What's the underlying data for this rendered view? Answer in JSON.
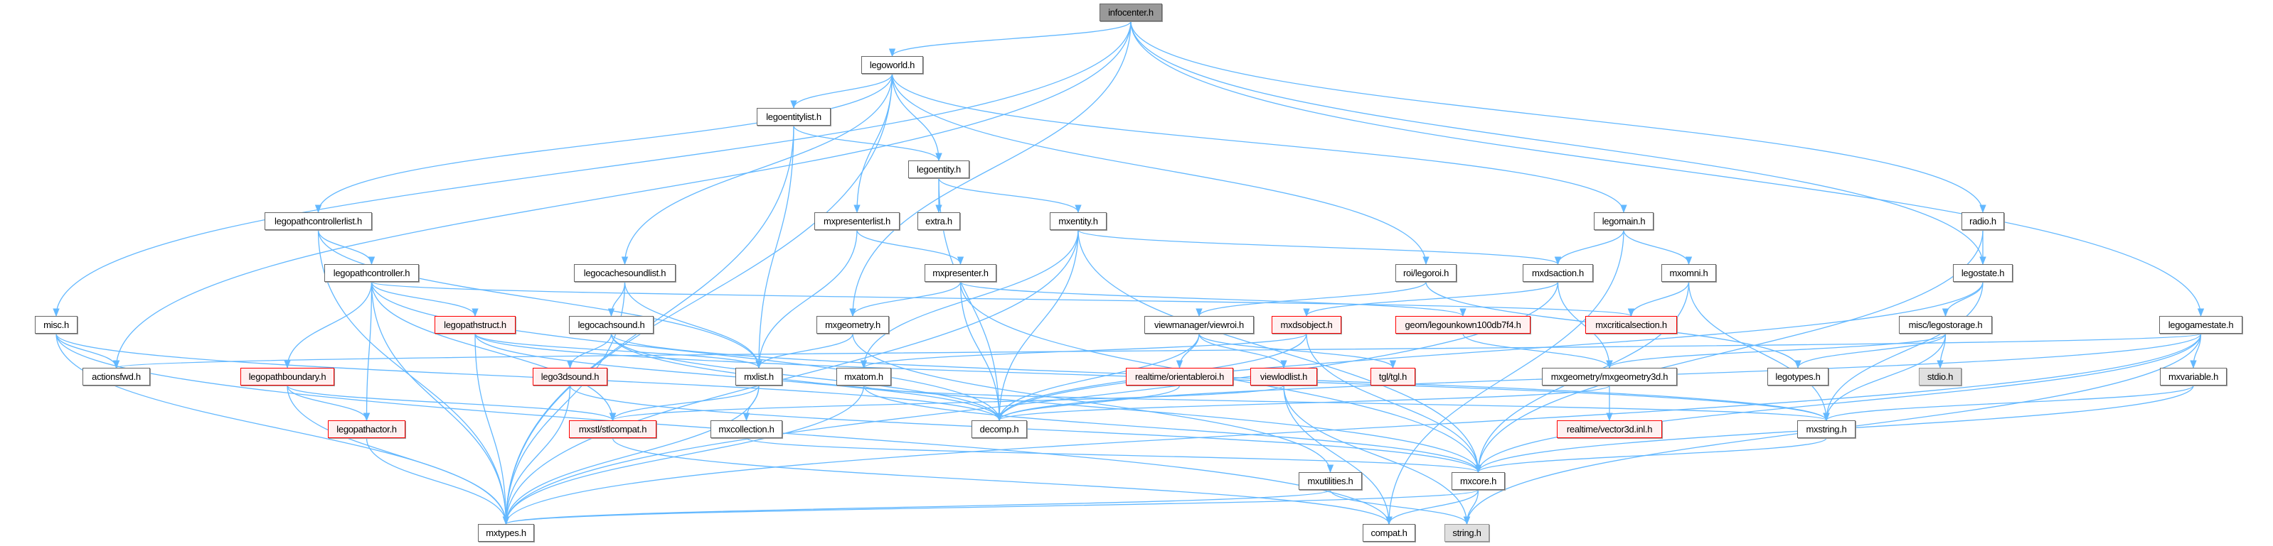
{
  "graph": {
    "edge_color": "#63b8ff",
    "nodes": {
      "infocenter": "infocenter.h",
      "legoworld": "legoworld.h",
      "legoentitylist": "legoentitylist.h",
      "legopathcontrollerlist": "legopathcontrollerlist.h",
      "legoentity": "legoentity.h",
      "mxpresenterlist": "mxpresenterlist.h",
      "extra": "extra.h",
      "mxentity": "mxentity.h",
      "legomain": "legomain.h",
      "radio": "radio.h",
      "legopathcontroller": "legopathcontroller.h",
      "legocachesoundlist": "legocachesoundlist.h",
      "mxpresenter": "mxpresenter.h",
      "legoroi": "roi/legoroi.h",
      "mxdsaction": "mxdsaction.h",
      "mxomni": "mxomni.h",
      "legostate": "legostate.h",
      "misc": "misc.h",
      "legopathstruct": "legopathstruct.h",
      "legocachsound": "legocachsound.h",
      "mxgeometry": "mxgeometry.h",
      "viewroi": "viewmanager/viewroi.h",
      "mxdsobject": "mxdsobject.h",
      "legounkown": "geom/legounkown100db7f4.h",
      "mxcriticalsection": "mxcriticalsection.h",
      "legostorage": "misc/legostorage.h",
      "legogamestate": "legogamestate.h",
      "actionsfwd": "actionsfwd.h",
      "legopathboundary": "legopathboundary.h",
      "lego3dsound": "lego3dsound.h",
      "mxlist": "mxlist.h",
      "mxatom": "mxatom.h",
      "orientableroi": "realtime/orientableroi.h",
      "viewlodlist": "viewlodlist.h",
      "tgl": "tgl/tgl.h",
      "mxgeometry3d": "mxgeometry/mxgeometry3d.h",
      "legotypes": "legotypes.h",
      "stdio": "stdio.h",
      "mxvariable": "mxvariable.h",
      "legopathactor": "legopathactor.h",
      "mxstlcompat": "mxstl/stlcompat.h",
      "mxcollection": "mxcollection.h",
      "decomp": "decomp.h",
      "vector3d": "realtime/vector3d.inl.h",
      "mxstring": "mxstring.h",
      "mxutilities": "mxutilities.h",
      "mxcore": "mxcore.h",
      "mxtypes": "mxtypes.h",
      "compat": "compat.h",
      "string": "string.h"
    },
    "edges": [
      [
        "infocenter",
        "legoworld"
      ],
      [
        "infocenter",
        "misc"
      ],
      [
        "infocenter",
        "actionsfwd"
      ],
      [
        "infocenter",
        "mxgeometry"
      ],
      [
        "infocenter",
        "legostate"
      ],
      [
        "infocenter",
        "radio"
      ],
      [
        "infocenter",
        "legogamestate"
      ],
      [
        "legoworld",
        "legoentitylist"
      ],
      [
        "legoworld",
        "legoentity"
      ],
      [
        "legoworld",
        "mxpresenterlist"
      ],
      [
        "legoworld",
        "legopathcontrollerlist"
      ],
      [
        "legoworld",
        "legocachesoundlist"
      ],
      [
        "legoworld",
        "legoroi"
      ],
      [
        "legoworld",
        "legomain"
      ],
      [
        "legoworld",
        "mxtypes"
      ],
      [
        "legoentitylist",
        "legoentity"
      ],
      [
        "legoentitylist",
        "mxlist"
      ],
      [
        "legoentitylist",
        "mxtypes"
      ],
      [
        "legoentity",
        "extra"
      ],
      [
        "legoentity",
        "mxentity"
      ],
      [
        "legoentity",
        "decomp"
      ],
      [
        "mxentity",
        "mxatom"
      ],
      [
        "mxentity",
        "decomp"
      ],
      [
        "mxentity",
        "mxtypes"
      ],
      [
        "mxentity",
        "mxdsaction"
      ],
      [
        "mxentity",
        "mxcore"
      ],
      [
        "mxpresenterlist",
        "mxpresenter"
      ],
      [
        "mxpresenterlist",
        "mxlist"
      ],
      [
        "mxpresenter",
        "mxgeometry"
      ],
      [
        "mxpresenter",
        "decomp"
      ],
      [
        "mxpresenter",
        "mxcore"
      ],
      [
        "mxpresenter",
        "legounkown"
      ],
      [
        "legomain",
        "mxdsaction"
      ],
      [
        "legomain",
        "mxomni"
      ],
      [
        "legomain",
        "compat"
      ],
      [
        "mxdsaction",
        "mxdsobject"
      ],
      [
        "mxdsaction",
        "mxgeometry3d"
      ],
      [
        "mxdsaction",
        "mxtypes"
      ],
      [
        "mxomni",
        "mxcriticalsection"
      ],
      [
        "mxomni",
        "mxcore"
      ],
      [
        "mxomni",
        "mxstring"
      ],
      [
        "legoroi",
        "viewroi"
      ],
      [
        "legoroi",
        "legotypes"
      ],
      [
        "radio",
        "legostate"
      ],
      [
        "radio",
        "mxcore"
      ],
      [
        "legostate",
        "legostorage"
      ],
      [
        "legostate",
        "decomp"
      ],
      [
        "legostate",
        "mxstring"
      ],
      [
        "legogamestate",
        "mxvariable"
      ],
      [
        "legogamestate",
        "actionsfwd"
      ],
      [
        "legogamestate",
        "decomp"
      ],
      [
        "legogamestate",
        "mxcore"
      ],
      [
        "legogamestate",
        "mxtypes"
      ],
      [
        "legogamestate",
        "string"
      ],
      [
        "legostorage",
        "legotypes"
      ],
      [
        "legostorage",
        "stdio"
      ],
      [
        "legostorage",
        "mxgeometry3d"
      ],
      [
        "legostorage",
        "mxstring"
      ],
      [
        "mxvariable",
        "mxstring"
      ],
      [
        "mxvariable",
        "mxcore"
      ],
      [
        "mxgeometry3d",
        "vector3d"
      ],
      [
        "mxgeometry3d",
        "decomp"
      ],
      [
        "legounkown",
        "mxgeometry3d"
      ],
      [
        "viewroi",
        "orientableroi"
      ],
      [
        "viewroi",
        "viewlodlist"
      ],
      [
        "viewroi",
        "tgl"
      ],
      [
        "viewroi",
        "decomp"
      ],
      [
        "orientableroi",
        "decomp"
      ],
      [
        "viewlodlist",
        "compat"
      ],
      [
        "viewlodlist",
        "string"
      ],
      [
        "viewlodlist",
        "mxstlcompat"
      ],
      [
        "mxdsobject",
        "mxatom"
      ],
      [
        "mxdsobject",
        "mxcore"
      ],
      [
        "mxdsobject",
        "decomp"
      ],
      [
        "mxatom",
        "mxcore"
      ],
      [
        "mxatom",
        "mxtypes"
      ],
      [
        "mxatom",
        "mxstring"
      ],
      [
        "mxgeometry",
        "mxlist"
      ],
      [
        "mxgeometry",
        "mxutilities"
      ],
      [
        "mxlist",
        "mxcollection"
      ],
      [
        "mxlist",
        "mxstlcompat"
      ],
      [
        "mxlist",
        "mxtypes"
      ],
      [
        "mxcollection",
        "mxcore"
      ],
      [
        "mxstlcompat",
        "compat"
      ],
      [
        "mxutilities",
        "mxtypes"
      ],
      [
        "mxutilities",
        "string"
      ],
      [
        "mxcore",
        "compat"
      ],
      [
        "mxcore",
        "string"
      ],
      [
        "mxcore",
        "mxtypes"
      ],
      [
        "mxstring",
        "mxcore"
      ],
      [
        "misc",
        "actionsfwd"
      ],
      [
        "misc",
        "mxtypes"
      ],
      [
        "misc",
        "compat"
      ],
      [
        "misc",
        "decomp"
      ],
      [
        "legopathcontrollerlist",
        "legopathcontroller"
      ],
      [
        "legopathcontrollerlist",
        "mxtypes"
      ],
      [
        "legopathcontrollerlist",
        "mxlist"
      ],
      [
        "legopathcontroller",
        "legopathboundary"
      ],
      [
        "legopathcontroller",
        "legopathactor"
      ],
      [
        "legopathcontroller",
        "legopathstruct"
      ],
      [
        "legopathcontroller",
        "mxstlcompat"
      ],
      [
        "legopathcontroller",
        "decomp"
      ],
      [
        "legopathcontroller",
        "mxtypes"
      ],
      [
        "legopathcontroller",
        "mxcriticalsection"
      ],
      [
        "legopathstruct",
        "mxlist"
      ],
      [
        "legopathstruct",
        "mxtypes"
      ],
      [
        "legopathstruct",
        "decomp"
      ],
      [
        "legopathstruct",
        "mxstring"
      ],
      [
        "legopathboundary",
        "legopathactor"
      ],
      [
        "legopathboundary",
        "mxstlcompat"
      ],
      [
        "legopathboundary",
        "mxtypes"
      ],
      [
        "legopathactor",
        "mxtypes"
      ],
      [
        "legocachesoundlist",
        "legocachsound"
      ],
      [
        "legocachesoundlist",
        "mxlist"
      ],
      [
        "legocachesoundlist",
        "mxtypes"
      ],
      [
        "legocachsound",
        "lego3dsound"
      ],
      [
        "legocachsound",
        "decomp"
      ],
      [
        "legocachsound",
        "mxcore"
      ],
      [
        "legocachsound",
        "mxstring"
      ],
      [
        "lego3dsound",
        "mxtypes"
      ],
      [
        "lego3dsound",
        "mxcore"
      ]
    ]
  }
}
